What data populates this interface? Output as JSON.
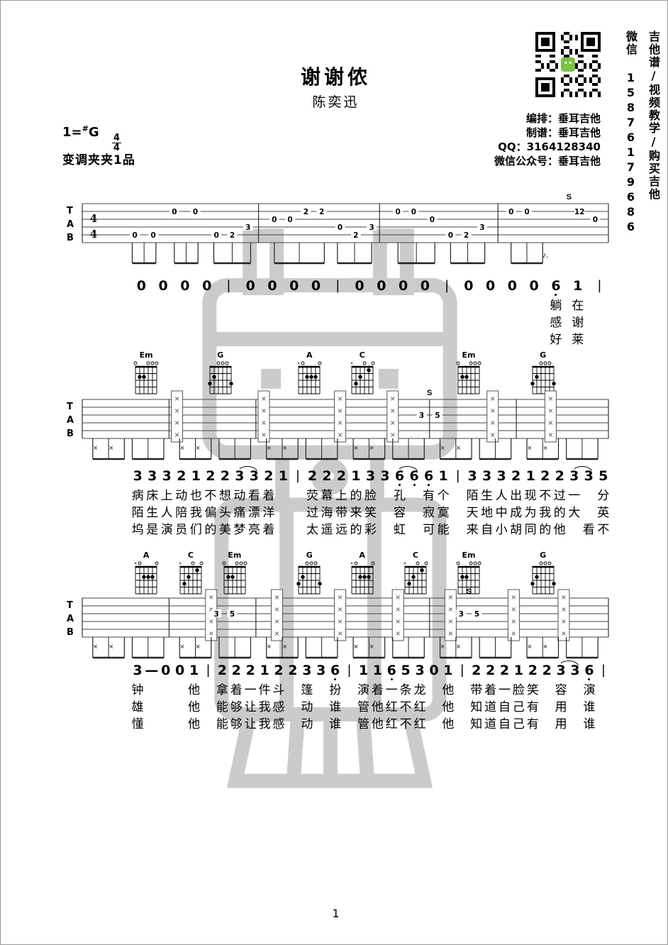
{
  "header": {
    "title": "谢谢侬",
    "artist": "陈奕迅"
  },
  "meta": {
    "key_prefix": "1=",
    "key_sharp": "#",
    "key_letter": "G",
    "time_top": "4",
    "time_bottom": "4",
    "capo": "变调夹夹1品"
  },
  "credits": {
    "lines": [
      "编排：垂耳吉他",
      "制谱：垂耳吉他",
      "QQ：3164128340",
      "微信公众号：垂耳吉他"
    ]
  },
  "sidebar": {
    "line1": "吉他谱/视频教学/购买吉他",
    "line2": "微信 15876179686"
  },
  "page_number": "1",
  "tab_letters": [
    "T",
    "A",
    "B"
  ],
  "chord_shapes": {
    "Em": {
      "dots": [
        [
          1,
          2
        ],
        [
          2,
          2
        ]
      ],
      "open": [
        0,
        3,
        4,
        5
      ],
      "muted": []
    },
    "G": {
      "dots": [
        [
          0,
          3
        ],
        [
          1,
          2
        ],
        [
          5,
          3
        ]
      ],
      "open": [
        2,
        3,
        4
      ],
      "muted": []
    },
    "A": {
      "dots": [
        [
          2,
          2
        ],
        [
          3,
          2
        ],
        [
          4,
          2
        ]
      ],
      "open": [
        1,
        5
      ],
      "muted": [
        0
      ]
    },
    "C": {
      "dots": [
        [
          1,
          3
        ],
        [
          2,
          2
        ],
        [
          4,
          1
        ]
      ],
      "open": [
        3,
        5
      ],
      "muted": [
        0
      ]
    }
  },
  "chord_rows": [
    {
      "chords": [
        {
          "label": "Em",
          "pos": 0.155
        },
        {
          "label": "G",
          "pos": 0.29
        },
        {
          "label": "A",
          "pos": 0.452
        },
        {
          "label": "C",
          "pos": 0.548
        },
        {
          "label": "Em",
          "pos": 0.742
        },
        {
          "label": "G",
          "pos": 0.877
        }
      ]
    },
    {
      "chords": [
        {
          "label": "A",
          "pos": 0.155
        },
        {
          "label": "C",
          "pos": 0.236
        },
        {
          "label": "Em",
          "pos": 0.316
        },
        {
          "label": "G",
          "pos": 0.452
        },
        {
          "label": "A",
          "pos": 0.548
        },
        {
          "label": "C",
          "pos": 0.645
        },
        {
          "label": "Em",
          "pos": 0.742
        },
        {
          "label": "G",
          "pos": 0.877
        }
      ]
    }
  ],
  "staves": [
    {
      "timesig": [
        "4",
        "4"
      ],
      "bars": [
        0,
        0.335,
        0.565,
        0.79,
        1
      ],
      "blocks": [],
      "notes": [
        [
          0.1,
          5,
          "0"
        ],
        [
          0.135,
          5,
          "0"
        ],
        [
          0.175,
          2,
          "0"
        ],
        [
          0.215,
          2,
          "0"
        ],
        [
          0.255,
          5,
          "0"
        ],
        [
          0.285,
          5,
          "2"
        ],
        [
          0.315,
          4,
          "3"
        ],
        [
          0.365,
          3,
          "0"
        ],
        [
          0.395,
          3,
          "0"
        ],
        [
          0.425,
          2,
          "2"
        ],
        [
          0.455,
          2,
          "2"
        ],
        [
          0.49,
          4,
          "0"
        ],
        [
          0.52,
          5,
          "2"
        ],
        [
          0.55,
          4,
          "3"
        ],
        [
          0.6,
          2,
          "0"
        ],
        [
          0.63,
          2,
          "0"
        ],
        [
          0.665,
          3,
          "0"
        ],
        [
          0.7,
          5,
          "0"
        ],
        [
          0.73,
          5,
          "2"
        ],
        [
          0.76,
          4,
          "3"
        ],
        [
          0.815,
          2,
          "0"
        ],
        [
          0.845,
          2,
          "0"
        ],
        [
          0.945,
          2,
          "12"
        ],
        [
          0.975,
          3,
          "0"
        ]
      ],
      "labels": [
        [
          0.925,
          "S"
        ]
      ],
      "below": [
        [
          0.88,
          "♪."
        ]
      ],
      "crosses": [],
      "beams": [
        [
          0.095,
          0.14
        ],
        [
          0.175,
          0.22
        ],
        [
          0.25,
          0.32
        ],
        [
          0.365,
          0.46
        ],
        [
          0.485,
          0.55
        ],
        [
          0.6,
          0.67
        ],
        [
          0.7,
          0.765
        ],
        [
          0.815,
          0.875
        ]
      ]
    },
    {
      "bars": [
        0,
        0.165,
        0.33,
        0.495,
        0.66,
        0.825,
        1
      ],
      "blocks": [
        0.18,
        0.345,
        0.49,
        0.59,
        0.78,
        0.89
      ],
      "notes": [
        [
          0.645,
          3,
          "3"
        ],
        [
          0.675,
          3,
          "5"
        ]
      ],
      "labels": [
        [
          0.66,
          "S"
        ]
      ],
      "below": [],
      "crosses": [
        0.025,
        0.055,
        0.19,
        0.22,
        0.355,
        0.385,
        0.52,
        0.55,
        0.685,
        0.715,
        0.85,
        0.88
      ],
      "beams": [
        [
          0.02,
          0.08
        ],
        [
          0.095,
          0.155
        ],
        [
          0.185,
          0.245
        ],
        [
          0.26,
          0.32
        ],
        [
          0.35,
          0.41
        ],
        [
          0.425,
          0.485
        ],
        [
          0.515,
          0.575
        ],
        [
          0.59,
          0.65
        ],
        [
          0.68,
          0.74
        ],
        [
          0.755,
          0.815
        ],
        [
          0.845,
          0.905
        ],
        [
          0.92,
          0.98
        ]
      ]
    },
    {
      "bars": [
        0,
        0.165,
        0.33,
        0.495,
        0.66,
        0.825,
        1
      ],
      "blocks": [
        0.245,
        0.37,
        0.49,
        0.6,
        0.7,
        0.82,
        0.915
      ],
      "notes": [
        [
          0.255,
          3,
          "3"
        ],
        [
          0.285,
          3,
          "5"
        ],
        [
          0.72,
          3,
          "3"
        ],
        [
          0.75,
          3,
          "5"
        ]
      ],
      "labels": [
        [
          0.735,
          "S"
        ]
      ],
      "below": [],
      "crosses": [
        0.025,
        0.055,
        0.19,
        0.22,
        0.355,
        0.385,
        0.52,
        0.55,
        0.685,
        0.715,
        0.85,
        0.88
      ],
      "beams": [
        [
          0.02,
          0.08
        ],
        [
          0.095,
          0.155
        ],
        [
          0.185,
          0.245
        ],
        [
          0.26,
          0.32
        ],
        [
          0.35,
          0.41
        ],
        [
          0.425,
          0.485
        ],
        [
          0.515,
          0.575
        ],
        [
          0.59,
          0.65
        ],
        [
          0.68,
          0.74
        ],
        [
          0.755,
          0.815
        ],
        [
          0.845,
          0.905
        ],
        [
          0.92,
          0.98
        ]
      ]
    }
  ],
  "melody_sections": [
    {
      "notes": [
        "0",
        "0",
        "0",
        "0",
        "|",
        "0",
        "0",
        "0",
        "0",
        "|",
        "0",
        "0",
        "0",
        "0",
        "|",
        "0",
        "0",
        "0",
        "0",
        "6",
        "1",
        "|"
      ],
      "dots": [
        19
      ],
      "arcs": [],
      "lyrics": [
        [
          "",
          "",
          "",
          "",
          "",
          "",
          "",
          "",
          "",
          "",
          "",
          "",
          "",
          "",
          "",
          "",
          "",
          "",
          "",
          "躺",
          "在",
          ""
        ],
        [
          "",
          "",
          "",
          "",
          "",
          "",
          "",
          "",
          "",
          "",
          "",
          "",
          "",
          "",
          "",
          "",
          "",
          "",
          "",
          "感",
          "谢",
          ""
        ],
        [
          "",
          "",
          "",
          "",
          "",
          "",
          "",
          "",
          "",
          "",
          "",
          "",
          "",
          "",
          "",
          "",
          "",
          "",
          "",
          "好",
          "莱",
          ""
        ]
      ]
    },
    {
      "notes": [
        "3",
        "3",
        "3",
        "2",
        "1",
        "2",
        "2",
        "3",
        "3",
        "2",
        "1",
        "|",
        "2",
        "2",
        "2",
        "1",
        "3",
        "3",
        "6",
        "6",
        "6",
        "1",
        "|",
        "3",
        "3",
        "3",
        "2",
        "1",
        "2",
        "2",
        "3",
        "3",
        "5"
      ],
      "dots": [
        18,
        19,
        20
      ],
      "arcs": [
        [
          7,
          8
        ],
        [
          18,
          19
        ],
        [
          30,
          31
        ]
      ],
      "lyrics": [
        [
          "病",
          "床",
          "上",
          "动",
          "也",
          "不",
          "想",
          "动",
          "看",
          "着",
          "",
          "",
          "荧",
          "幕",
          "上",
          "的",
          "脸",
          "",
          "孔",
          "",
          "有",
          "个",
          "",
          "陌",
          "生",
          "人",
          "出",
          "现",
          "不",
          "过",
          "一",
          "",
          "分"
        ],
        [
          "陌",
          "生",
          "人",
          "陪",
          "我",
          "偏",
          "头",
          "痛",
          "漂",
          "洋",
          "",
          "",
          "过",
          "海",
          "带",
          "来",
          "笑",
          "",
          "容",
          "",
          "寂",
          "寞",
          "",
          "天",
          "地",
          "中",
          "成",
          "为",
          "我",
          "的",
          "大",
          "",
          "英"
        ],
        [
          "坞",
          "是",
          "演",
          "员",
          "们",
          "的",
          "美",
          "梦",
          "亮",
          "着",
          "",
          "",
          "太",
          "遥",
          "远",
          "的",
          "彩",
          "",
          "虹",
          "",
          "可",
          "能",
          "",
          "来",
          "自",
          "小",
          "胡",
          "同",
          "的",
          "他",
          "",
          "看",
          "不"
        ]
      ]
    },
    {
      "notes": [
        "3",
        "—",
        "0",
        "0",
        "1",
        "|",
        "2",
        "2",
        "2",
        "1",
        "2",
        "2",
        "3",
        "3",
        "6",
        "|",
        "1",
        "1",
        "6",
        "5",
        "3",
        "0",
        "1",
        "|",
        "2",
        "2",
        "2",
        "1",
        "2",
        "2",
        "3",
        "3",
        "6",
        "|"
      ],
      "dots": [
        14,
        18,
        32
      ],
      "arcs": [
        [
          30,
          31
        ]
      ],
      "lyrics": [
        [
          "钟",
          "",
          "",
          "",
          "他",
          "",
          "拿",
          "着",
          "一",
          "件",
          "斗",
          "",
          "篷",
          "",
          "扮",
          "",
          "演",
          "着",
          "一",
          "条",
          "龙",
          "",
          "他",
          "",
          "带",
          "着",
          "一",
          "脸",
          "笑",
          "",
          "容",
          "",
          "演",
          ""
        ],
        [
          "雄",
          "",
          "",
          "",
          "他",
          "",
          "能",
          "够",
          "让",
          "我",
          "感",
          "",
          "动",
          "",
          "谁",
          "",
          "管",
          "他",
          "红",
          "不",
          "红",
          "",
          "他",
          "",
          "知",
          "道",
          "自",
          "己",
          "有",
          "",
          "用",
          "",
          "谁",
          ""
        ],
        [
          "懂",
          "",
          "",
          "",
          "他",
          "",
          "能",
          "够",
          "让",
          "我",
          "感",
          "",
          "动",
          "",
          "谁",
          "",
          "管",
          "他",
          "红",
          "不",
          "红",
          "",
          "他",
          "",
          "知",
          "道",
          "自",
          "己",
          "有",
          "",
          "用",
          "",
          "谁",
          ""
        ]
      ]
    }
  ],
  "accent_colors": {
    "qr_mascot_green": "#7bc143",
    "ink": "#000000",
    "watermark_gray": "#cbcbcb"
  }
}
